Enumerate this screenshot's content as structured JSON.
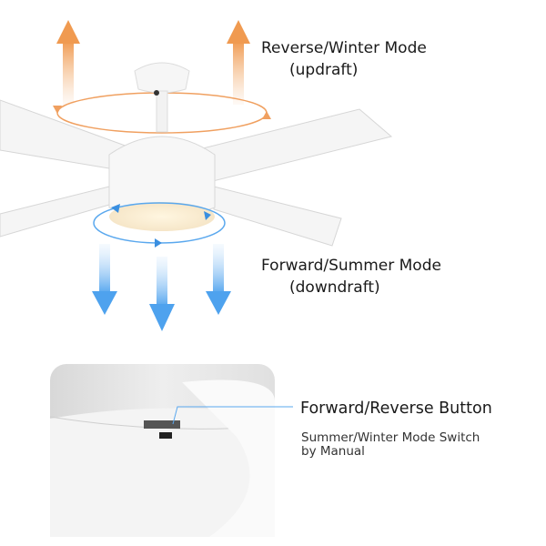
{
  "reverse": {
    "title": "Reverse/Winter Mode",
    "subtitle": "(updraft)"
  },
  "forward": {
    "title": "Forward/Summer Mode",
    "subtitle": "(downdraft)"
  },
  "button": {
    "title": "Forward/Reverse Button",
    "desc_line1": "Summer/Winter Mode Switch",
    "desc_line2": "by Manual"
  },
  "colors": {
    "updraft": "#f0a060",
    "downdraft": "#5aa8ee",
    "blade": "#f4f4f4"
  }
}
